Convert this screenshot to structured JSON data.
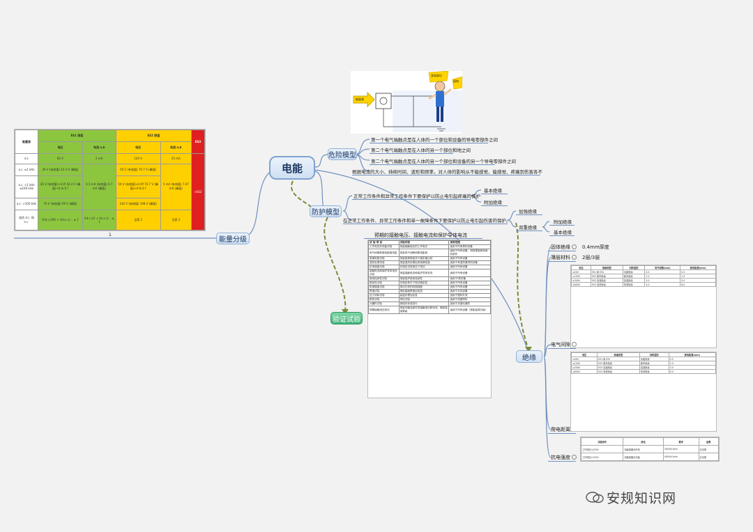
{
  "mindmap": {
    "center": "电能",
    "branches": {
      "hazard": "危险模型",
      "protection": "防护模型",
      "verification": "验证试验",
      "energy": "能量分级",
      "insulation": "绝缘"
    },
    "hazard_items": [
      "第一个电气端触点是在人体的一个部位和设备的导电零部件之间",
      "第二个电气端触点是在人体的另一个部位和地之间",
      "第二个电气端触点是在人体的另一个部位和设备的另一个导电零部件之间",
      "根据电流的大小、持续时间、波形和频率，对人体的影响从不能感觉、能感觉、疼痛到伤害各不"
    ],
    "protection_items": [
      "正常工作条件和异常工作条件下要保护以防止电引起疼痛的保护",
      "在正常工作条件、异常工作条件和单一故障条件下要保护以防止电引起伤害的保护。"
    ],
    "basic_insulation": "基本绝缘",
    "supplementary_insulation": "附加绝缘",
    "reinforced_insulation": "加强绝缘",
    "double_insulation": "双重绝缘",
    "double_sub": [
      "附加绝缘",
      "基本绝缘"
    ],
    "verification_title": "预期的接触电压、接触电流和保护导体电流",
    "insulation_items": [
      {
        "label": "固体绝缘",
        "value": "0.4mm厚度"
      },
      {
        "label": "薄层材料",
        "value": "2层/3层"
      },
      {
        "label": "电气间隙",
        "value": ""
      },
      {
        "label": "爬电距离",
        "value": ""
      },
      {
        "label": "抗电强度",
        "value": ""
      }
    ],
    "page_number": "1"
  },
  "energy_table": {
    "headers": [
      "能量源",
      "ES1 限值",
      "ES2 限值",
      "ES3"
    ],
    "subheaders": [
      "电压",
      "电流 a,b",
      "电压",
      "电流 a,b"
    ],
    "rows": [
      {
        "c0": "d.c",
        "c1": "60 V",
        "c2": "2 mA",
        "c3": "120 V",
        "c4": "25 mA",
        "c5": ""
      },
      {
        "c0": "a.c. ≤1 kHz",
        "c1": "30 V (有效值) 42.4 V (峰值)",
        "c2": "",
        "c3": "50 V (有效值) 70.7 V (峰值)",
        "c4": "",
        "c5": ""
      },
      {
        "c0": "a.c. >1 kHz ≤100 kHz",
        "c1": "30 V (有效值)+0.4f  42.4 V (峰值)+0.4√2 f",
        "c2": "0.5 mA (有效值) 0.7 mA (峰值)",
        "c3": "50 V (有效值)+0.9f  70.7 V (峰值)+0.9√2 f",
        "c4": "5 mA (有效值) 7.07 mA (峰值)",
        "c5": ">ES2"
      },
      {
        "c0": "a.c. >100 kHz",
        "c1": "70 V (有效值) 99 V (峰值)",
        "c2": "",
        "c3": "140 V (有效值) 198 V (峰值)",
        "c4": "",
        "c5": ""
      },
      {
        "c0": "组合 d.c. 和 a.c.",
        "c1": "U(d.c.)/60 + U(a.c.)/... ≤ 1",
        "c2": "I(d.c.)/2 + I(a.c.)/... ≤ 1",
        "c3": "见表 2",
        "c4": "见表 3",
        "c5": ""
      }
    ],
    "label_above": "ES3"
  },
  "verification_table": {
    "headers": [
      "试 验 项 目",
      "试验内容",
      "适用范围"
    ],
    "rows": [
      [
        "工作电压的测量试验",
        "测量接触电压的工作电压",
        "适用于所有类别设备"
      ],
      [
        "电气间隙和爬电距离测量",
        "测量电气间隙和爬电距离",
        "适用于所有设备，特别是固体绝缘的部件"
      ],
      [
        "绝缘电阻试验",
        "测量绝缘电阻并与规定值比较",
        "适用于所有设备"
      ],
      [
        "湿热处理试验",
        "测量湿热处理后的绝缘性能",
        "适用于有湿热要求的设备"
      ],
      [
        "抗电强度试验",
        "在规定试验电压下测试",
        "适用于所有设备"
      ],
      [
        "接触电流和保护导体电流试验",
        "测量接触电流和保护导体电流",
        "适用于所有设备"
      ],
      [
        "接地连续性试验",
        "测量保护接地连续性",
        "适用于Ⅰ类设备"
      ],
      [
        "稳定性试验",
        "在规定条件下测试稳定性",
        "适用于所有设备"
      ],
      [
        "机械强度试验",
        "测试外壳的机械强度",
        "适用于所有设备"
      ],
      [
        "跌落试验",
        "规定高度跌落后检查",
        "适用于手持设备"
      ],
      [
        "应力消除试验",
        "高温处理后检查",
        "适用于塑料外壳"
      ],
      [
        "耐热试验",
        "球压试验",
        "适用于热塑材料"
      ],
      [
        "元器件试验",
        "按相关标准进行",
        "适用于关键元器件"
      ],
      [
        "预期接触电压测试",
        "测量可触及部件的接触电压和电流，确定能量等级",
        "适用于所有设备（按能量源分级）"
      ]
    ]
  },
  "insulation_table": {
    "headers": [
      "电压",
      "绝缘类型",
      "材料组别",
      "电气间隙(mm)",
      "爬电距离(mm)"
    ],
    "rows": [
      [
        "≤50V",
        "ES1 和 ES2",
        "功能绝缘",
        "0.5",
        "0.5"
      ],
      [
        "≤150V",
        "ES3 基本绝缘",
        "基本绝缘",
        "1.0",
        "1.5"
      ],
      [
        "≤300V",
        "ES3 加强绝缘",
        "加强绝缘",
        "2.0",
        "3.0"
      ],
      [
        "≤600V",
        "ES3 双重绝缘",
        "双重绝缘",
        "3.0",
        "6.0"
      ]
    ]
  },
  "strength_table": {
    "headers": [
      "试验条件",
      "部位",
      "要求",
      "结果"
    ],
    "rows": [
      [
        "工作电压≤250V",
        "初级电路对外壳",
        "3000V/1min",
        "无击穿"
      ],
      [
        "工作电压>250V",
        "初级电路对次级",
        "4000V/1min",
        "无击穿"
      ]
    ]
  },
  "illustration": {
    "callout_left": "能量源",
    "callout_top": "身体部位",
    "callout_right": "接地"
  },
  "watermark": "安规知识网",
  "colors": {
    "node_fill": "#cfe0f3",
    "verification_node": "#3fb27a",
    "es1_green": "#8cc63f",
    "es2_yellow": "#ffd000",
    "es3_red": "#e02020",
    "connector": "#6f8fbf",
    "dashed_connector": "#7a8a3c"
  }
}
